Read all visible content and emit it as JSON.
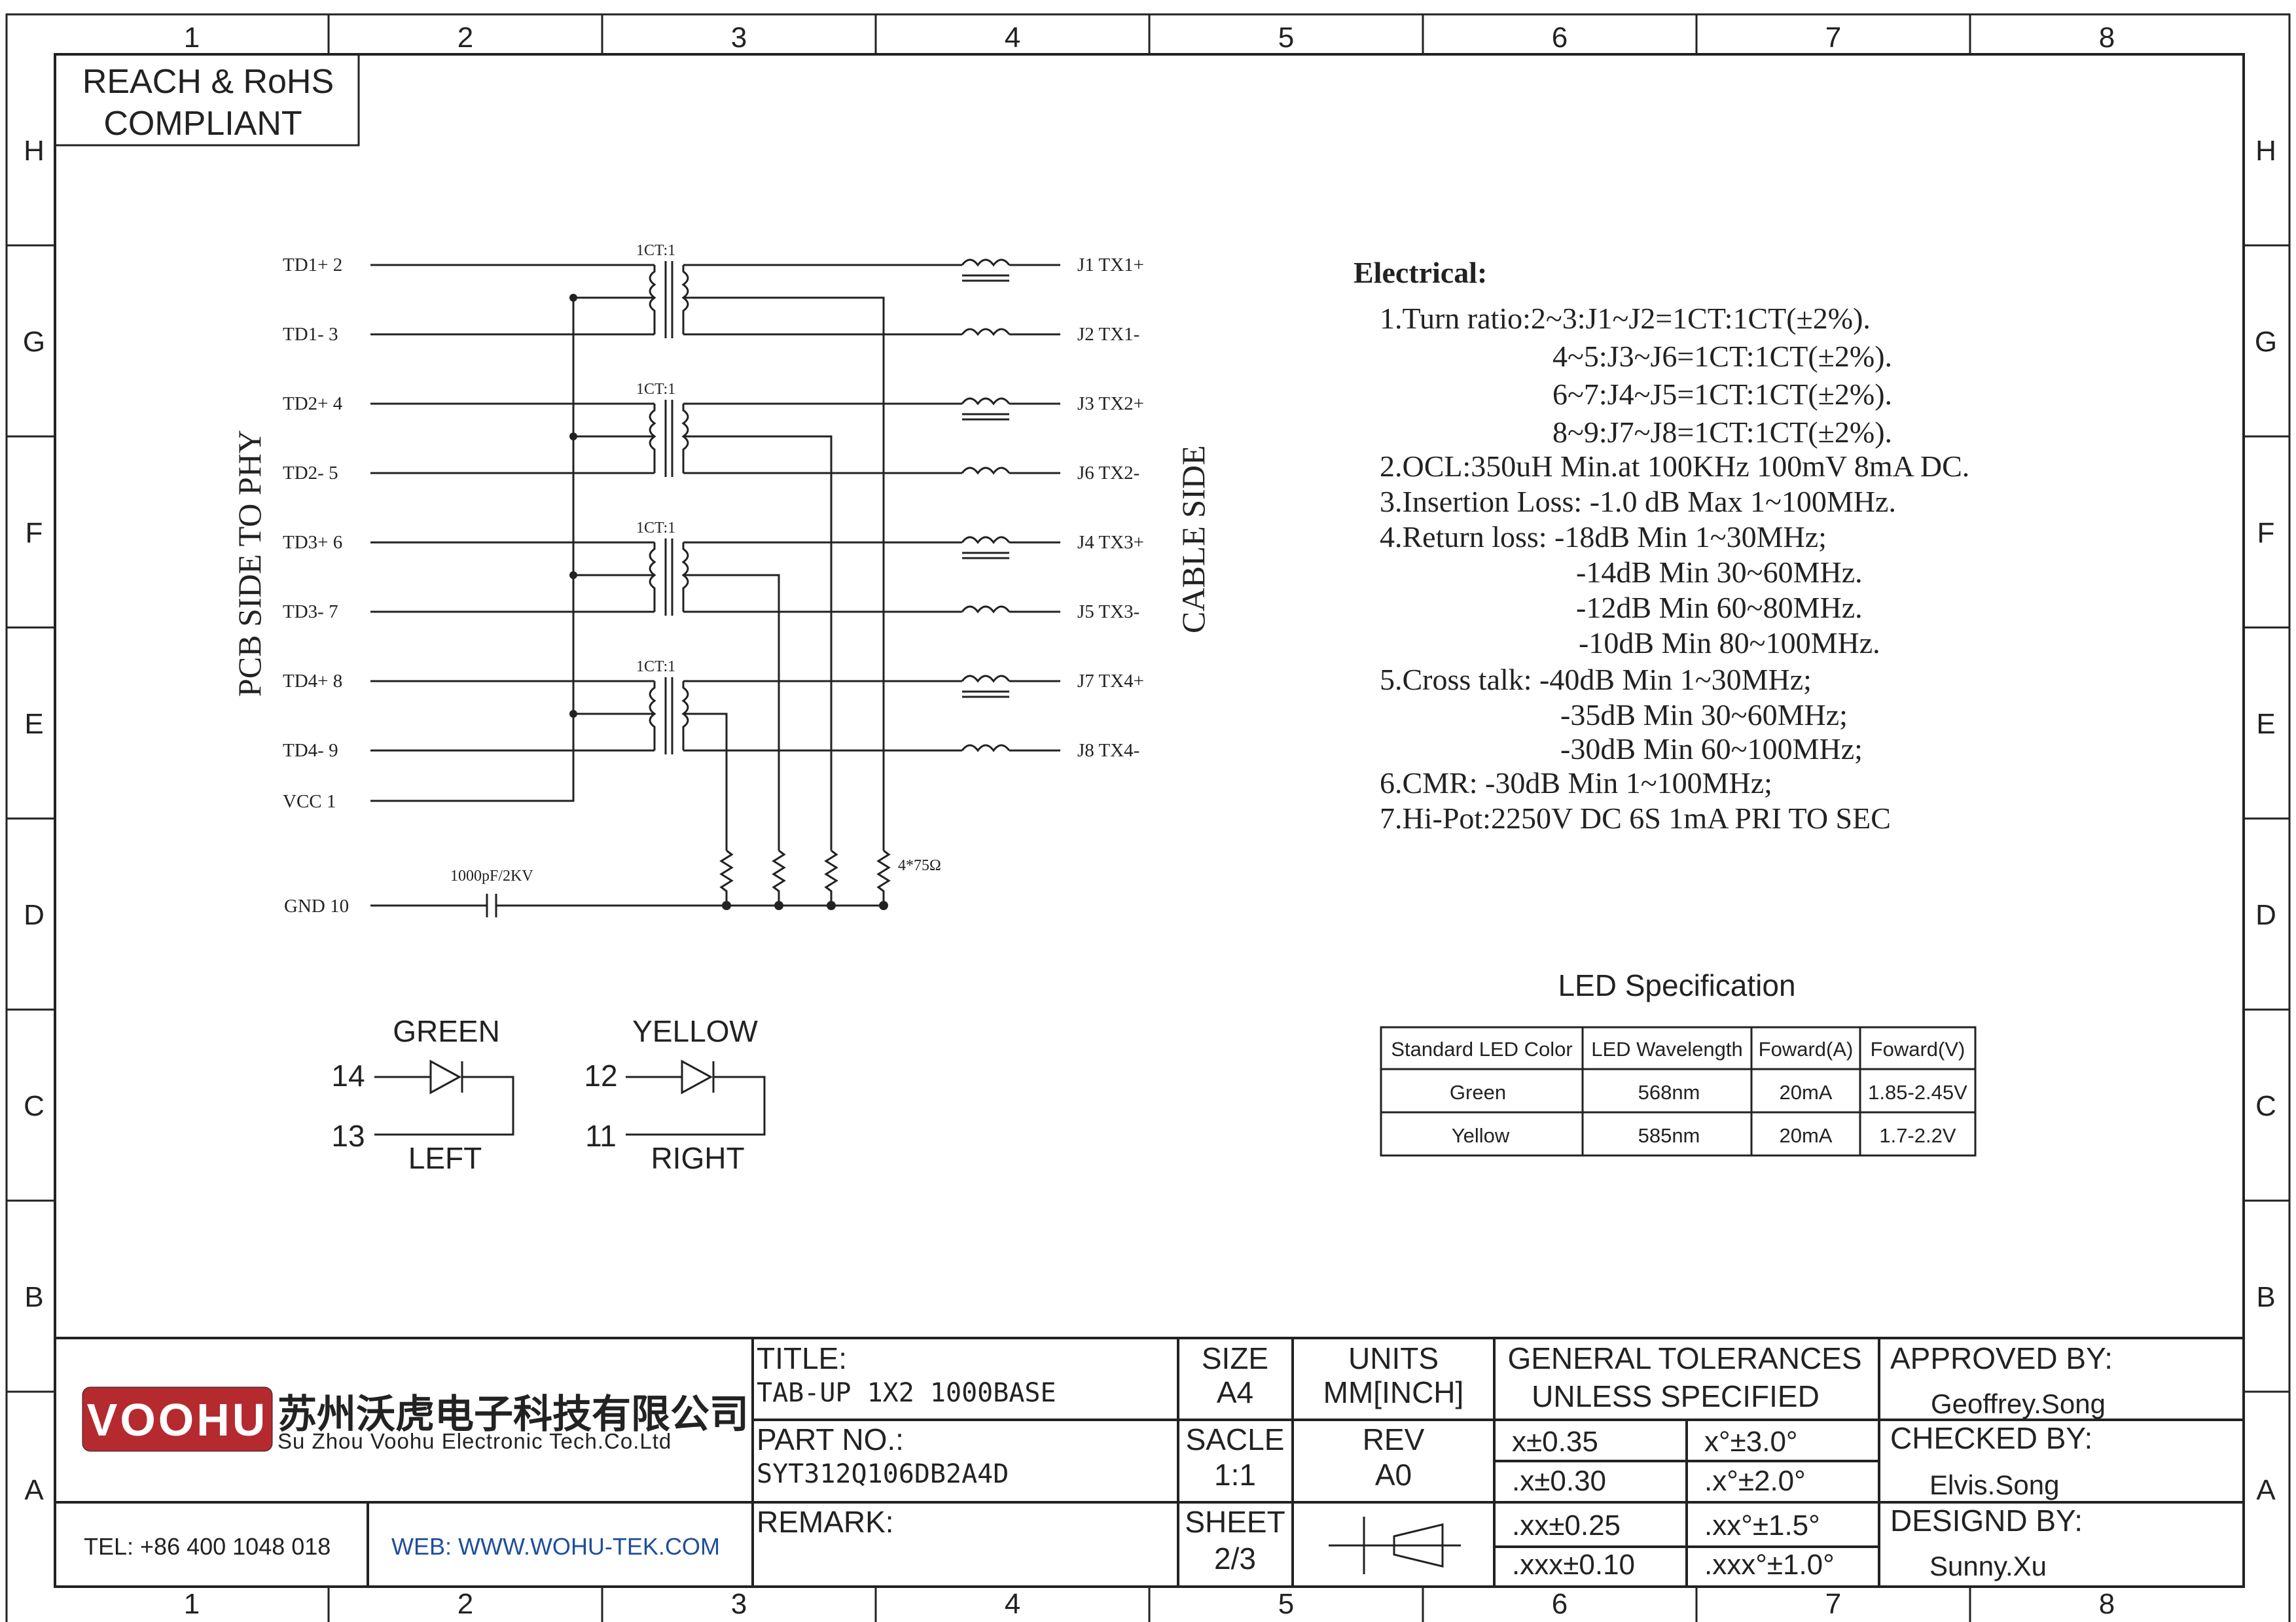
{
  "frame": {
    "columns": [
      "1",
      "2",
      "3",
      "4",
      "5",
      "6",
      "7",
      "8"
    ],
    "rows": [
      "H",
      "G",
      "F",
      "E",
      "D",
      "C",
      "B",
      "A"
    ]
  },
  "compliance": {
    "line1": "REACH & RoHS",
    "line2": "COMPLIANT"
  },
  "schematic": {
    "pcb_side_label": "PCB SIDE TO PHY",
    "cable_side_label": "CABLE SIDE",
    "pins_left": [
      "TD1+ 2",
      "TD1- 3",
      "TD2+ 4",
      "TD2- 5",
      "TD3+ 6",
      "TD3- 7",
      "TD4+ 8",
      "TD4- 9",
      "VCC  1"
    ],
    "pins_right": [
      "J1 TX1+",
      "J2 TX1-",
      "J3 TX2+",
      "J6 TX2-",
      "J4 TX3+",
      "J5 TX3-",
      "J7 TX4+",
      "J8 TX4-"
    ],
    "ratio_label": "1CT:1",
    "gnd_label": "GND 10",
    "cap_label": "1000pF/2KV",
    "res_label": "4*75Ω"
  },
  "electrical": {
    "title": "Electrical:",
    "lines": [
      "1.Turn ratio:2~3:J1~J2=1CT:1CT(±2%).",
      "4~5:J3~J6=1CT:1CT(±2%).",
      "6~7:J4~J5=1CT:1CT(±2%).",
      "8~9:J7~J8=1CT:1CT(±2%).",
      "2.OCL:350uH Min.at 100KHz 100mV 8mA DC.",
      "3.Insertion Loss: -1.0 dB Max 1~100MHz.",
      "4.Return loss: -18dB Min 1~30MHz;",
      "-14dB Min 30~60MHz.",
      "-12dB Min 60~80MHz.",
      "-10dB Min 80~100MHz.",
      "5.Cross talk: -40dB Min 1~30MHz;",
      "-35dB Min 30~60MHz;",
      "-30dB Min 60~100MHz;",
      "6.CMR: -30dB Min 1~100MHz;",
      "7.Hi-Pot:2250V DC  6S 1mA PRI TO SEC"
    ]
  },
  "led_spec": {
    "title": "LED Specification",
    "headers": [
      "Standard LED Color",
      "LED Wavelength",
      "Foward(A)",
      "Foward(V)"
    ],
    "rows": [
      [
        "Green",
        "568nm",
        "20mA",
        "1.85-2.45V"
      ],
      [
        "Yellow",
        "585nm",
        "20mA",
        "1.7-2.2V"
      ]
    ]
  },
  "leds": {
    "left": {
      "color": "GREEN",
      "pin_top": "14",
      "pin_bottom": "13",
      "side": "LEFT"
    },
    "right": {
      "color": "YELLOW",
      "pin_top": "12",
      "pin_bottom": "11",
      "side": "RIGHT"
    }
  },
  "title_block": {
    "logo_text": "VOOHU",
    "company_cn": "苏州沃虎电子科技有限公司",
    "company_en": "Su Zhou Voohu Electronic Tech.Co.Ltd",
    "tel": "TEL: +86 400 1048 018",
    "web": "WEB: WWW.WOHU-TEK.COM",
    "title_label": "TITLE:",
    "title_value": "TAB-UP 1X2 1000BASE",
    "part_label": "PART NO.:",
    "part_value": "SYT312Q106DB2A4D",
    "remark_label": "REMARK:",
    "size_label": "SIZE",
    "size_value": "A4",
    "units_label": "UNITS",
    "units_value": "MM[INCH]",
    "scale_label": "SACLE",
    "scale_value": "1:1",
    "rev_label": "REV",
    "rev_value": "A0",
    "sheet_label": "SHEET",
    "sheet_value": "2/3",
    "tol_title1": "GENERAL TOLERANCES",
    "tol_title2": "UNLESS SPECIFIED",
    "tolerances": [
      [
        "x±0.35",
        "x°±3.0°"
      ],
      [
        ".x±0.30",
        ".x°±2.0°"
      ],
      [
        ".xx±0.25",
        ".xx°±1.5°"
      ],
      [
        ".xxx±0.10",
        ".xxx°±1.0°"
      ]
    ],
    "approved_label": "APPROVED BY:",
    "approved_value": "Geoffrey.Song",
    "checked_label": "CHECKED BY:",
    "checked_value": "Elvis.Song",
    "designed_label": "DESIGND BY:",
    "designed_value": "Sunny.Xu"
  },
  "colors": {
    "logo_red": "#b52a2e",
    "web_blue": "#1f4e9c",
    "ink": "#222222"
  }
}
